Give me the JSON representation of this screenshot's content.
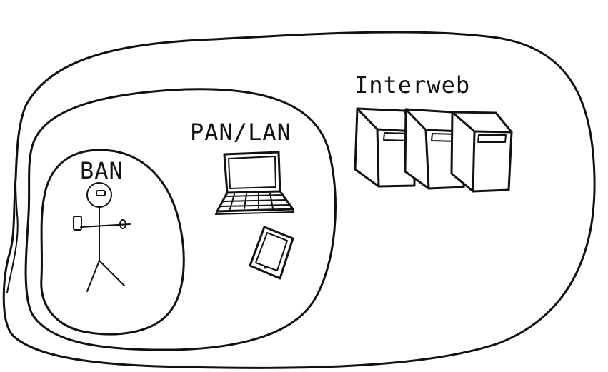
{
  "labels": {
    "interweb": "Interweb",
    "pan_lan": "PAN/LAN",
    "ban": "BAN"
  },
  "colors": {
    "ink": "#111111",
    "background": "#ffffff"
  },
  "icons": [
    "stick-figure-person",
    "smartwatch",
    "phone",
    "laptop",
    "tablet",
    "server"
  ]
}
